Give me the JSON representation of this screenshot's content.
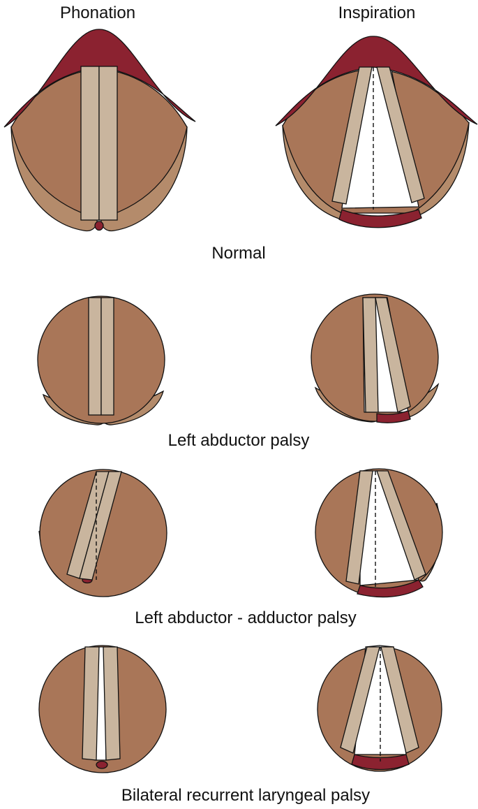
{
  "columns": {
    "left": "Phonation",
    "right": "Inspiration"
  },
  "captions": {
    "row1": "Normal",
    "row2": "Left abductor palsy",
    "row3": "Left abductor - adductor palsy",
    "row4": "Bilateral recurrent laryngeal palsy"
  },
  "colors": {
    "muscle": "#A97658",
    "arytenoid": "#B48B6B",
    "vocal_fold": "#C9B59E",
    "mucosa": "#8B2230",
    "outline": "#111111",
    "glottis": "#FFFFFF"
  }
}
